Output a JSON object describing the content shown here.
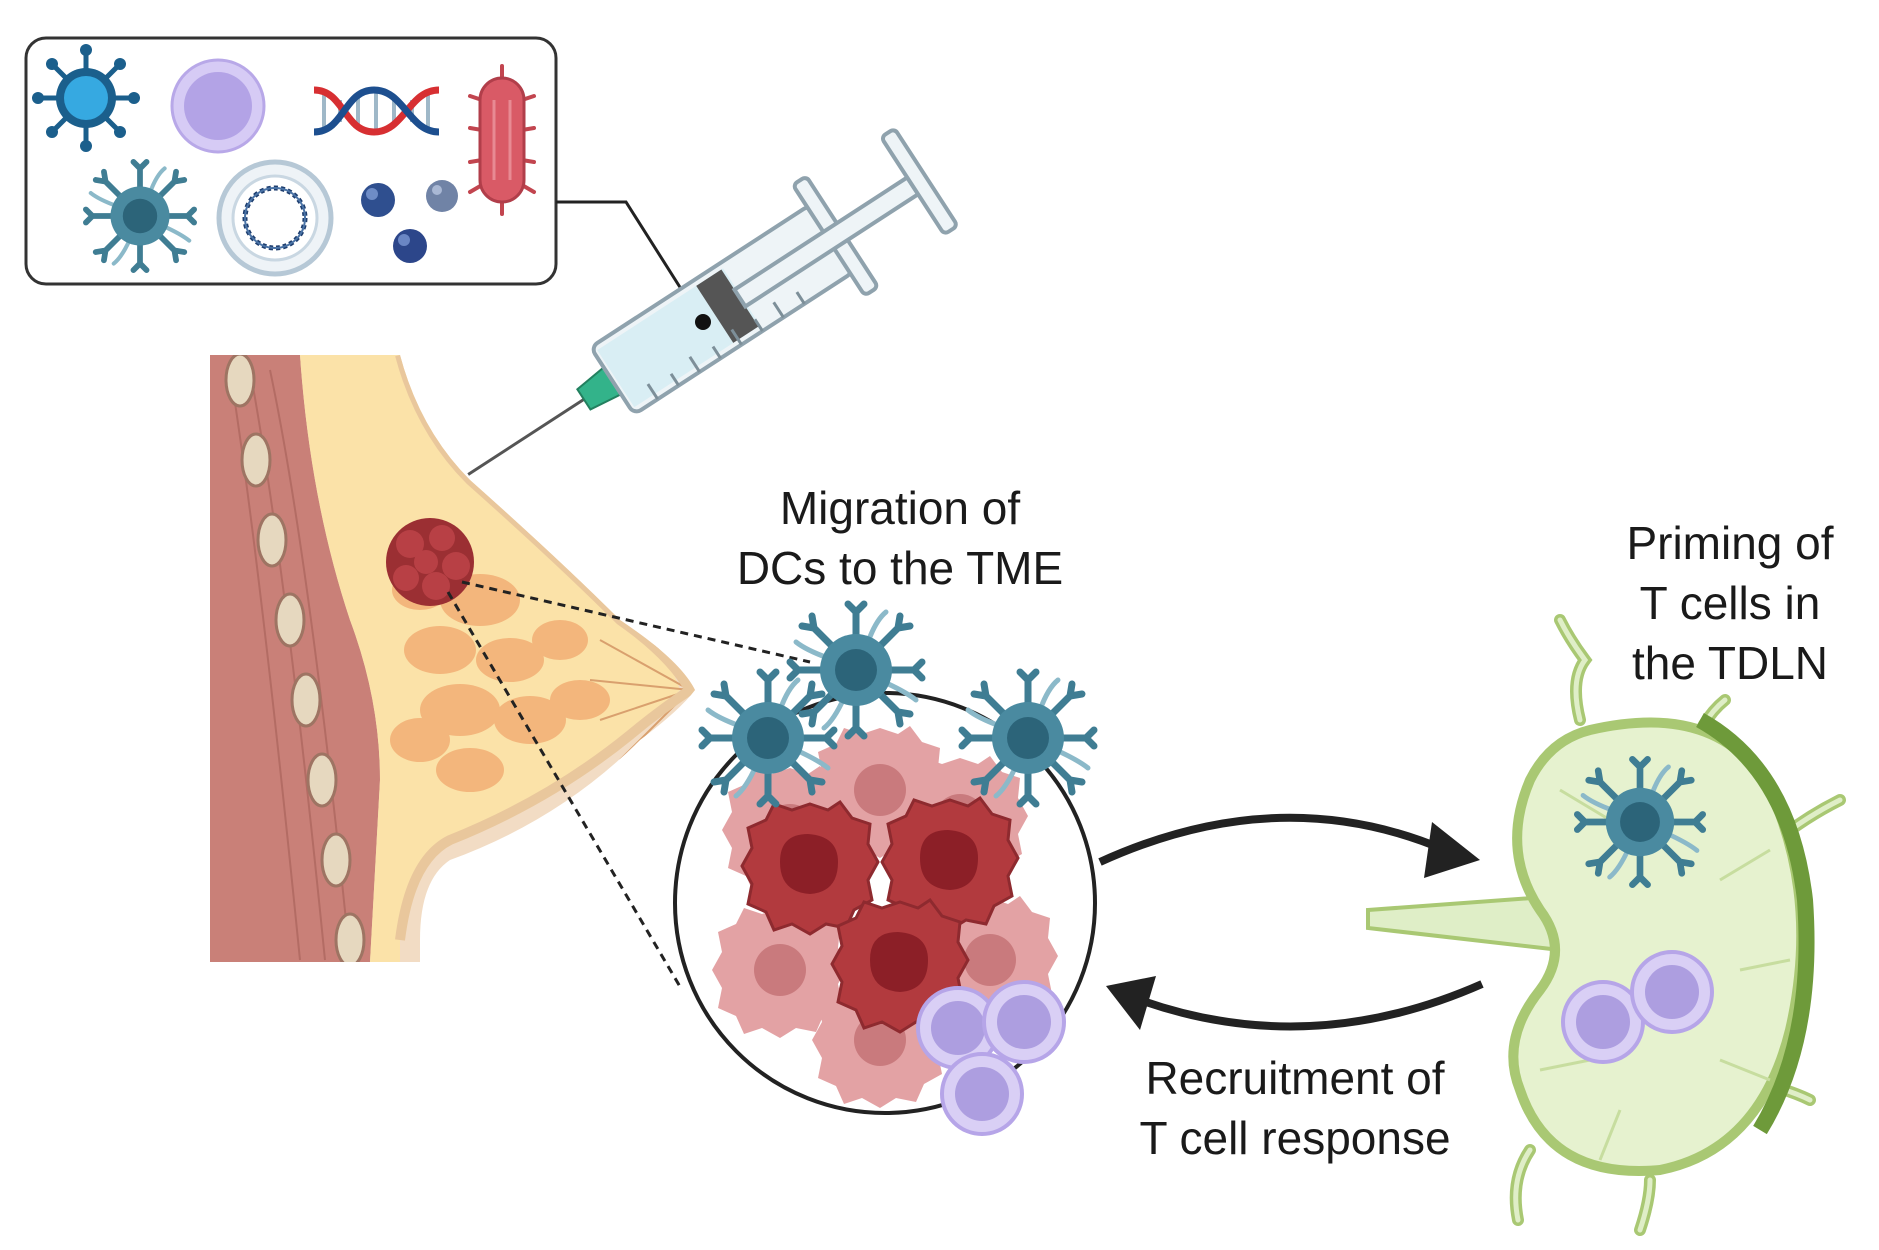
{
  "labels": {
    "migration": {
      "line1": "Migration of",
      "line2": "DCs to the TME"
    },
    "priming": {
      "line1": "Priming of",
      "line2": "T cells in",
      "line3": "the TDLN"
    },
    "recruitment": {
      "line1": "Recruitment of",
      "line2": "T cell response"
    }
  },
  "inset_icons": [
    "virus-icon",
    "lymphocyte-icon",
    "dna-helix-icon",
    "bacterium-icon",
    "dendritic-cell-icon",
    "plasmid-icon",
    "nanoparticles-icon"
  ],
  "colors": {
    "dendritic_cell": "#3f7d93",
    "dendritic_nucleus": "#2c6479",
    "t_cell": "#c7b9ee",
    "t_cell_nucleus": "#ad9ee0",
    "tumor": "#b23a3e",
    "tumor_nucleus": "#8c1f27",
    "lymph_node": "#e6f2cf",
    "lymph_node_rim": "#77a03f",
    "breast_tissue": "#f7d9a8",
    "muscle": "#c98078",
    "syringe_fluid": "#d9eef4",
    "needle": "#33b38a",
    "arrow": "#222222"
  }
}
